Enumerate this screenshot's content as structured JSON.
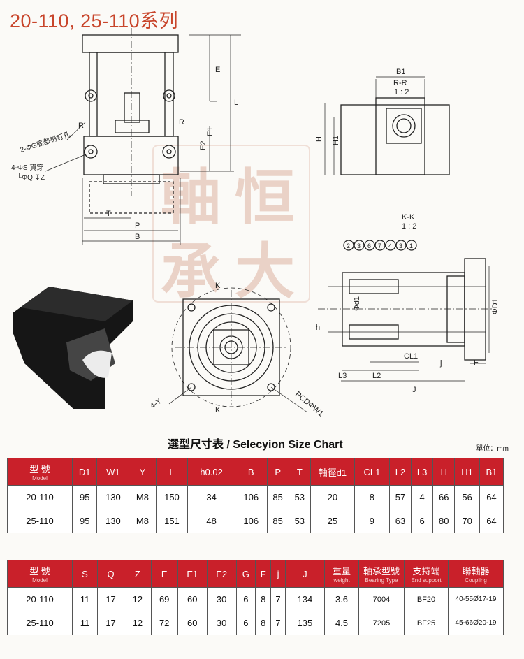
{
  "title": "20-110, 25-110系列",
  "stamp": {
    "chars": [
      "恒",
      "大",
      "軸",
      "承"
    ]
  },
  "drawing_labels": {
    "E": "E",
    "L": "L",
    "E1": "E1",
    "E2": "E2",
    "R": "R",
    "T": "T",
    "P": "P",
    "B": "B",
    "hole_g": "2-ΦG底部销钉孔",
    "hole_s1": "4-ΦS 貫穿",
    "hole_s2": "└ΦQ ↧Z",
    "B1": "B1",
    "rr": "R-R",
    "scale": "1 : 2",
    "H": "H",
    "H1": "H1",
    "kk": "K-K",
    "balloons": [
      "2",
      "3",
      "6",
      "7",
      "4",
      "3",
      "1"
    ],
    "D1": "ΦD1",
    "d1": "Φd1",
    "CL1": "CL1",
    "L2": "L2",
    "L3": "L3",
    "J": "J",
    "j": "j",
    "F": "F",
    "h": "h",
    "K": "K",
    "Y": "4-Y",
    "pcd": "PCDΦW1"
  },
  "chart_title": "選型尺寸表 / Selecyion Size Chart",
  "unit_label": "單位：mm",
  "table1": {
    "model_zh": "型  號",
    "model_en": "Model",
    "headers": [
      "D1",
      "W1",
      "Y",
      "L",
      "h0.02",
      "B",
      "P",
      "T",
      "軸徑d1",
      "CL1",
      "L2",
      "L3",
      "H",
      "H1",
      "B1"
    ],
    "rows": [
      {
        "model": "20-110",
        "cells": [
          "95",
          "130",
          "M8",
          "150",
          "34",
          "106",
          "85",
          "53",
          "20",
          "8",
          "57",
          "4",
          "66",
          "56",
          "64"
        ]
      },
      {
        "model": "25-110",
        "cells": [
          "95",
          "130",
          "M8",
          "151",
          "48",
          "106",
          "85",
          "53",
          "25",
          "9",
          "63",
          "6",
          "80",
          "70",
          "64"
        ]
      }
    ]
  },
  "table2": {
    "model_zh": "型  號",
    "model_en": "Model",
    "headers": [
      "S",
      "Q",
      "Z",
      "E",
      "E1",
      "E2",
      "G",
      "F",
      "j",
      "J"
    ],
    "extra_headers": [
      {
        "zh": "重量",
        "en": "weight"
      },
      {
        "zh": "軸承型號",
        "en": "Bearing Type"
      },
      {
        "zh": "支持端",
        "en": "End support"
      },
      {
        "zh": "聯軸器",
        "en": "Coupling"
      }
    ],
    "rows": [
      {
        "model": "20-110",
        "cells": [
          "11",
          "17",
          "12",
          "69",
          "60",
          "30",
          "6",
          "8",
          "7",
          "134"
        ],
        "weight": "3.6",
        "bearing": "7004",
        "support": "BF20",
        "coupling": "40-55Ø17-19"
      },
      {
        "model": "25-110",
        "cells": [
          "11",
          "17",
          "12",
          "72",
          "60",
          "30",
          "6",
          "8",
          "7",
          "135"
        ],
        "weight": "4.5",
        "bearing": "7205",
        "support": "BF25",
        "coupling": "45-66Ø20-19"
      }
    ]
  }
}
